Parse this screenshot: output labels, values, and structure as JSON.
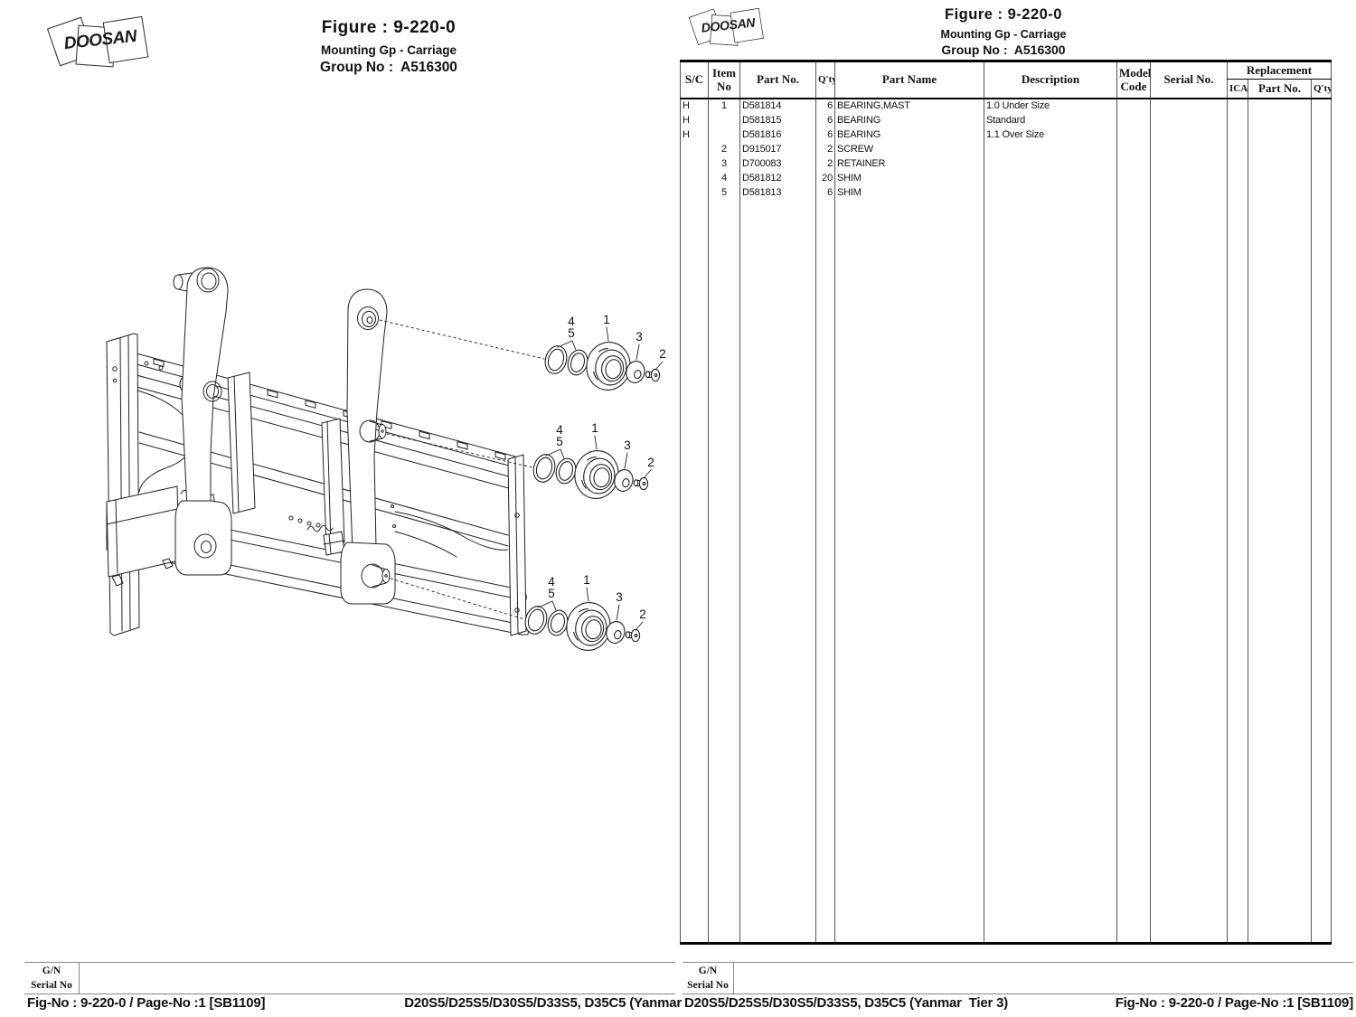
{
  "left_page": {
    "logo_text": "DOOSAN",
    "title": "Figure : 9-220-0",
    "subtitle": "Mounting Gp - Carriage",
    "group_no": "Group No :  A516300",
    "gn_label": "G/N",
    "serial_label": "Serial No",
    "fig_footer": "Fig-No : 9-220-0 / Page-No :1 [SB1109]",
    "models_footer": "D20S5/D25S5/D30S5/D33S5, D35C5 (Yanmar"
  },
  "right_page": {
    "logo_text": "DOOSAN",
    "title": "Figure : 9-220-0",
    "subtitle": "Mounting Gp - Carriage",
    "group_no": "Group No :  A516300",
    "gn_label": "G/N",
    "serial_label": "Serial No",
    "models_footer": "D20S5/D25S5/D30S5/D33S5, D35C5 (Yanmar  Tier 3)",
    "fig_footer": "Fig-No : 9-220-0 / Page-No :1 [SB1109]",
    "table": {
      "headers": {
        "sc": "S/C",
        "item1": "Item",
        "item2": "No",
        "part_no": "Part No.",
        "qty": "Q'ty",
        "part_name": "Part Name",
        "description": "Description",
        "model1": "Model",
        "model2": "Code",
        "serial_no": "Serial No.",
        "replacement": "Replacement",
        "ica": "ICA",
        "repl_part_no": "Part No.",
        "repl_qty": "Q'ty"
      },
      "rows": [
        {
          "sc": "H",
          "item": "1",
          "part_no": "D581814",
          "qty": "6",
          "part_name": "BEARING,MAST",
          "description": "1.0 Under Size"
        },
        {
          "sc": "H",
          "item": "",
          "part_no": "D581815",
          "qty": "6",
          "part_name": "BEARING",
          "description": "Standard"
        },
        {
          "sc": "H",
          "item": "",
          "part_no": "D581816",
          "qty": "6",
          "part_name": "BEARING",
          "description": "1.1 Over Size"
        },
        {
          "sc": "",
          "item": "2",
          "part_no": "D915017",
          "qty": "2",
          "part_name": "SCREW",
          "description": ""
        },
        {
          "sc": "",
          "item": "3",
          "part_no": "D700083",
          "qty": "2",
          "part_name": "RETAINER",
          "description": ""
        },
        {
          "sc": "",
          "item": "4",
          "part_no": "D581812",
          "qty": "20",
          "part_name": "SHIM",
          "description": ""
        },
        {
          "sc": "",
          "item": "5",
          "part_no": "D581813",
          "qty": "6",
          "part_name": "SHIM",
          "description": ""
        }
      ]
    }
  },
  "diagram": {
    "clusters": [
      {
        "labels": [
          "4",
          "5",
          "1",
          "3",
          "2"
        ]
      },
      {
        "labels": [
          "4",
          "5",
          "1",
          "3",
          "2"
        ]
      },
      {
        "labels": [
          "4",
          "5",
          "1",
          "3",
          "2"
        ]
      }
    ]
  },
  "colors": {
    "ink": "#111111",
    "table_line": "#555555"
  }
}
